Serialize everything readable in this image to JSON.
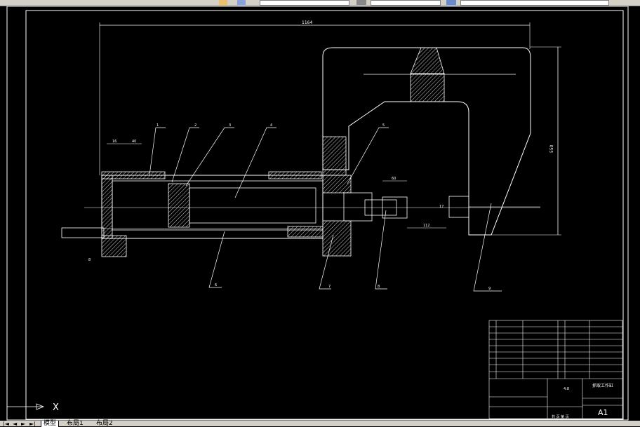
{
  "toolbar": {
    "icons": [
      "layer-icon",
      "properties-icon",
      "color-control-icon",
      "linetype-icon"
    ]
  },
  "drawing": {
    "overall_width_dim": "1164",
    "height_dim": "550",
    "dim_60": "60",
    "dim_112": "112",
    "dim_17": "17",
    "dim_16": "16",
    "dim_40": "40",
    "dim_8": "8",
    "part_numbers": [
      "1",
      "2",
      "3",
      "4",
      "5",
      "6",
      "7",
      "8",
      "9"
    ],
    "title_block": {
      "drawing_title": "抓取工作缸",
      "scale": "4:8",
      "sheet_size": "A1",
      "sheet_note": "共 页 第 页"
    }
  },
  "ucs": {
    "x_label": "X"
  },
  "tabs": {
    "model": "模型",
    "layout1": "布局1",
    "layout2": "布局2"
  }
}
